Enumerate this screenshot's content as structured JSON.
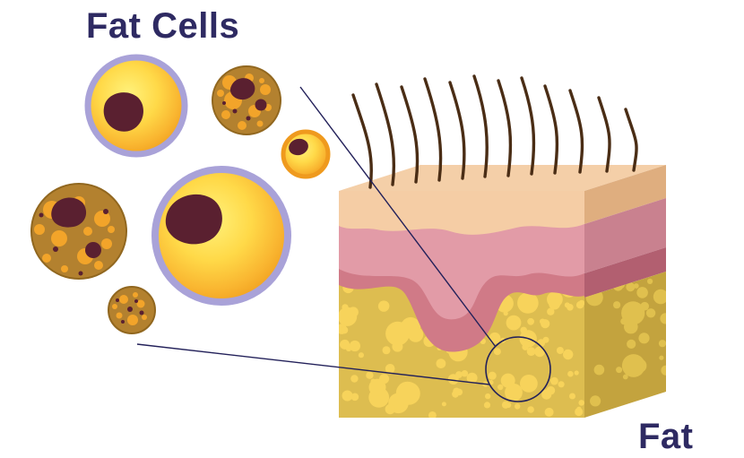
{
  "labels": {
    "fat_cells": "Fat Cells",
    "fat": "Fat"
  },
  "figure": {
    "description": "Illustration of fat cells (adipocytes) magnified from the subcutaneous fat layer of a skin cross-section block with hair strands",
    "parts": [
      "fat cells cluster",
      "skin cross-section block",
      "hair strands",
      "magnifier circle with connector lines"
    ]
  },
  "colors": {
    "text_navy": "#2e2a62",
    "cell_ring_lavender": "#a9a2d8",
    "cell_yellow_center": "#fff27c",
    "cell_orange_edge": "#ef9c1c",
    "nucleus_maroon": "#5a2030",
    "adipocyte_brown": "#b3812f",
    "adipocyte_bubble_orange": "#f2a42a",
    "epidermis_tan": "#f5cda5",
    "dermis_pink": "#e29ba7",
    "dermis_rose": "#d07a87",
    "fat_layer_yellow": "#ddbd50",
    "fat_bubble_yellow": "#f7d35b",
    "hair_brown": "#4a2d15",
    "outline_navy": "#23215a"
  }
}
